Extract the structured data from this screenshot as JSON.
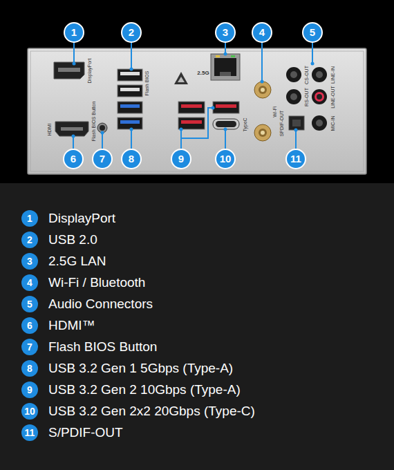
{
  "diagram": {
    "nodes": [
      {
        "text": [
          "1"
        ]
      },
      {
        "text": [
          "2"
        ]
      },
      {
        "text": [
          "3"
        ]
      },
      {
        "text": [
          "4"
        ]
      },
      {
        "text": [
          "5"
        ]
      },
      {
        "text": [
          "6"
        ]
      },
      {
        "text": [
          "7"
        ]
      },
      {
        "text": [
          "8"
        ]
      },
      {
        "text": [
          "9"
        ]
      },
      {
        "text": [
          "10"
        ]
      },
      {
        "text": [
          "11"
        ]
      },
      {
        "text": [
          "1",
          "DisplayPort"
        ]
      },
      {
        "text": [
          "2",
          "USB 2.0"
        ]
      },
      {
        "text": [
          "3",
          "2.5G LAN"
        ]
      },
      {
        "text": [
          "4",
          "Wi-Fi / Bluetooth"
        ]
      },
      {
        "text": [
          "5",
          "Audio Connectors"
        ]
      },
      {
        "text": [
          "6",
          "HDMI™"
        ]
      },
      {
        "text": [
          "7",
          "Flash BIOS Button"
        ]
      },
      {
        "text": [
          "8",
          "USB 3.2 Gen 1 5Gbps (Type-A)"
        ]
      },
      {
        "text": [
          "9",
          "USB 3.2 Gen 2 10Gbps (Type-A)"
        ]
      },
      {
        "text": [
          "10",
          "USB 3.2 Gen 2x2 20Gbps (Type-C)"
        ]
      },
      {
        "text": [
          "11",
          "S/PDIF-OUT"
        ]
      }
    ],
    "labels": [
      "DisplayPort",
      "HDMI",
      "Flash BIOS Button",
      "Flash BIOS",
      "2.5G",
      "TypeC",
      "Wi-Fi",
      "CS-OUT",
      "LINE-IN",
      "RS-OUT",
      "LINE-OUT",
      "SPDIF-OUT",
      "MIC-IN"
    ]
  }
}
